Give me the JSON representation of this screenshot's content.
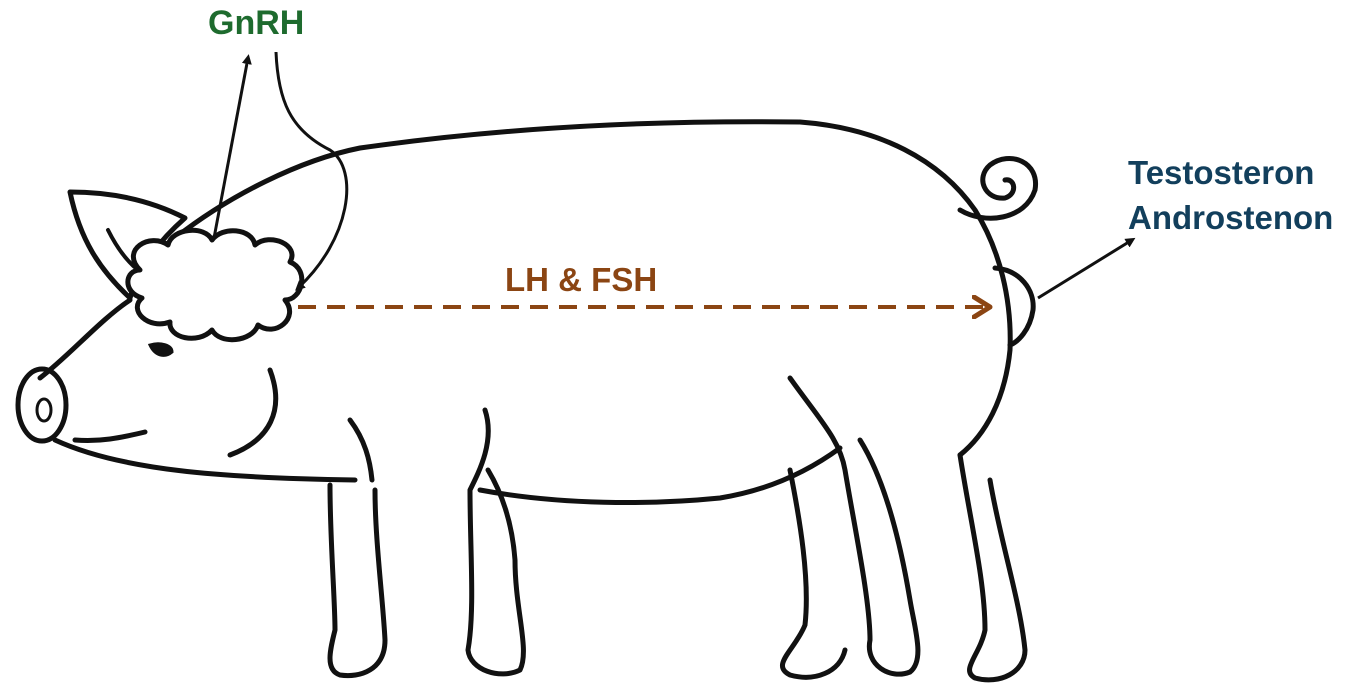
{
  "labels": {
    "gnrh": "GnRH",
    "lh_fsh": "LH & FSH",
    "testosteron": "Testosteron",
    "androstenon": "Androstenon"
  },
  "colors": {
    "gnrh": "#1e6b2e",
    "lh_fsh": "#8b4513",
    "steroids": "#123f5c",
    "outline": "#111111"
  }
}
